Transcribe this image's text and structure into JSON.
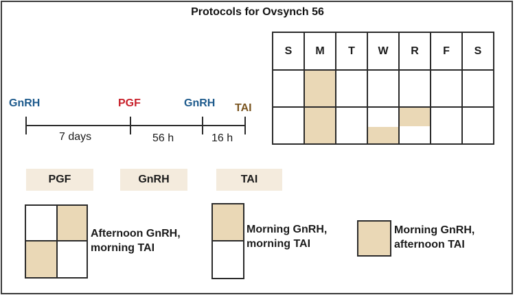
{
  "title": "Protocols for Ovsynch 56",
  "timeline": {
    "events": [
      "GnRH",
      "PGF",
      "GnRH",
      "TAI"
    ],
    "intervals": [
      "7 days",
      "56 h",
      "16 h"
    ]
  },
  "calendar": {
    "days": [
      "S",
      "M",
      "T",
      "W",
      "R",
      "F",
      "S"
    ],
    "rows": [
      {
        "fills": [
          {
            "day": "M",
            "part": "full"
          }
        ]
      },
      {
        "fills": [
          {
            "day": "M",
            "part": "full"
          },
          {
            "day": "W",
            "part": "bottom-half"
          },
          {
            "day": "R",
            "part": "top-half"
          }
        ]
      }
    ]
  },
  "legend": {
    "tags": [
      "PGF",
      "GnRH",
      "TAI"
    ],
    "items": [
      {
        "line1": "Afternoon GnRH,",
        "line2": "morning TAI"
      },
      {
        "line1": "Morning GnRH,",
        "line2": "morning TAI"
      },
      {
        "line1": "Morning GnRH,",
        "line2": "afternoon TAI"
      }
    ]
  },
  "colors": {
    "gnrh": "#1d5a8c",
    "pgf": "#c8202a",
    "tai": "#7a5520",
    "fill": "#ead8b6",
    "tag_bg": "#f4ebdd"
  }
}
